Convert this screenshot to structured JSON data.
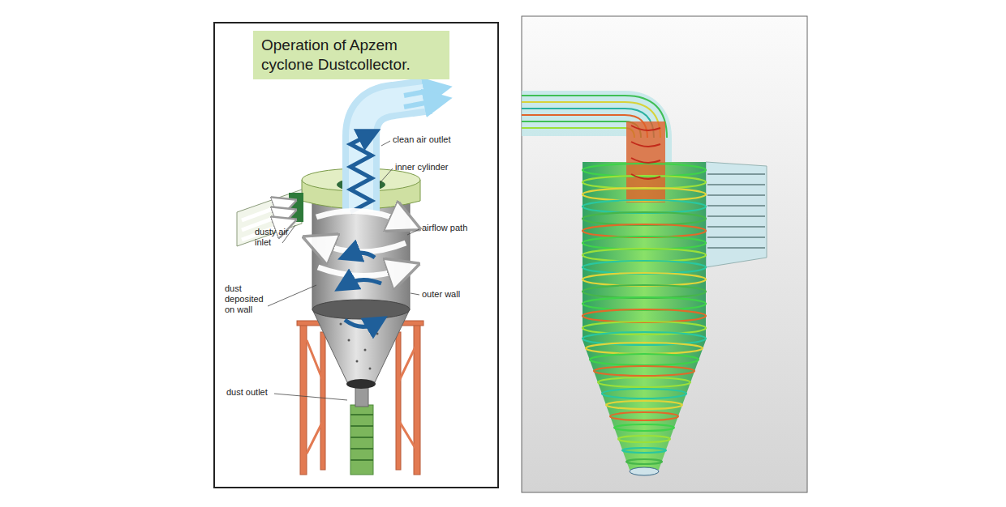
{
  "diagram": {
    "title": "Operation of Apzem cyclone Dustcollector.",
    "labels": [
      "clean air outlet",
      "inner cylinder",
      "dusty air inlet",
      "airflow path",
      "dust deposited on wall",
      "outer wall",
      "dust outlet"
    ]
  }
}
